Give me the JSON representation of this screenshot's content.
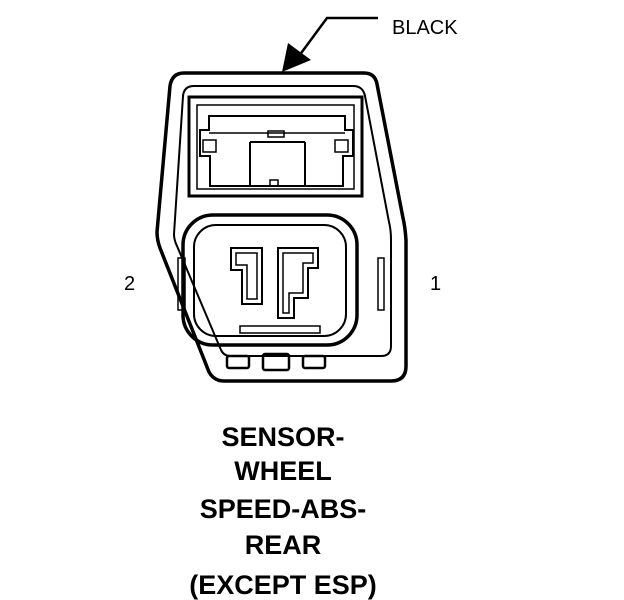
{
  "callout": {
    "color_label": "BLACK"
  },
  "pins": {
    "left": "2",
    "right": "1"
  },
  "caption": {
    "line1": "SENSOR-",
    "line2": "WHEEL",
    "line3": "SPEED-ABS-",
    "line4": "REAR",
    "line5": "(EXCEPT ESP)"
  }
}
